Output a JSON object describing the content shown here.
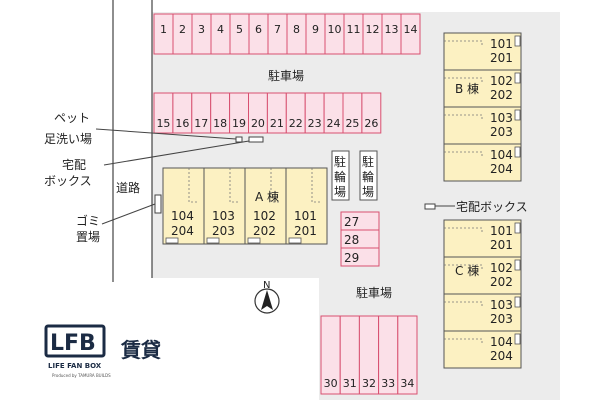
{
  "labels": {
    "parking_top": "駐車場",
    "parking_bottom": "駐車場",
    "pet": "ペット",
    "footwash": "足洗い場",
    "delivery_left_1": "宅配",
    "delivery_left_2": "ボックス",
    "road": "道路",
    "trash_1": "ゴミ",
    "trash_2": "置場",
    "delivery_right": "宅配ボックス",
    "compass": "N",
    "logo_text": "LFB",
    "logo_sub": "LIFE FAN BOX",
    "logo_brand": "Produced by TAMURA BUILDS",
    "rent": "賃貸"
  },
  "bicycle_sheds": [
    [
      "駐",
      "輪",
      "場"
    ],
    [
      "駐",
      "輪",
      "場"
    ]
  ],
  "parking_rows": {
    "top": [
      "1",
      "2",
      "3",
      "4",
      "5",
      "6",
      "7",
      "8",
      "9",
      "10",
      "11",
      "12",
      "13",
      "14"
    ],
    "middle": [
      "15",
      "16",
      "17",
      "18",
      "19",
      "20",
      "21",
      "22",
      "23",
      "24",
      "25",
      "26"
    ],
    "side": [
      "27",
      "28",
      "29"
    ],
    "bottom": [
      "30",
      "31",
      "32",
      "33",
      "34"
    ]
  },
  "building_a": {
    "name": "A 棟",
    "units": [
      {
        "top": "104",
        "bottom": "204"
      },
      {
        "top": "103",
        "bottom": "203"
      },
      {
        "top": "102",
        "bottom": "202"
      },
      {
        "top": "101",
        "bottom": "201"
      }
    ]
  },
  "building_b": {
    "name": "B 棟",
    "units": [
      {
        "top": "101",
        "bottom": "201"
      },
      {
        "top": "102",
        "bottom": "202"
      },
      {
        "top": "103",
        "bottom": "203"
      },
      {
        "top": "104",
        "bottom": "204"
      }
    ]
  },
  "building_c": {
    "name": "C 棟",
    "units": [
      {
        "top": "101",
        "bottom": "201"
      },
      {
        "top": "102",
        "bottom": "202"
      },
      {
        "top": "103",
        "bottom": "203"
      },
      {
        "top": "104",
        "bottom": "204"
      }
    ]
  },
  "colors": {
    "lot": "#ececec",
    "parking_fill": "#fbe0e8",
    "parking_stroke": "#d85070",
    "building_fill": "#fcf1c2",
    "building_stroke": "#555555"
  }
}
